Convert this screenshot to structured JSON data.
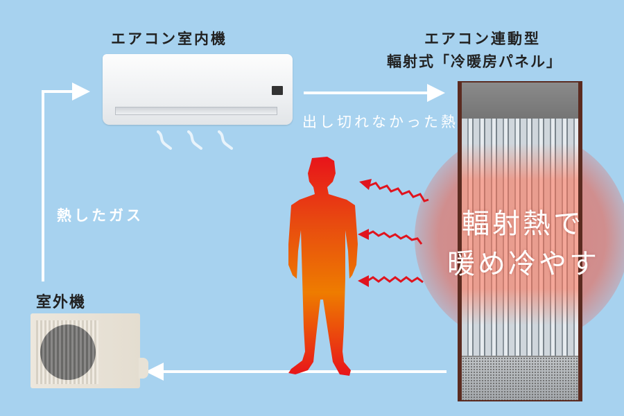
{
  "diagram": {
    "labels": {
      "indoor_unit": "エアコン室内機",
      "panel_title_line1": "エアコン連動型",
      "panel_title_line2": "輻射式「冷暖房パネル」",
      "outdoor_unit": "室外機",
      "hot_gas": "熱したガス",
      "leftover_heat": "出し切れなかった熱",
      "radiant_line1": "輻射熱で",
      "radiant_line2": "暖め冷やす"
    },
    "colors": {
      "background": "#a7d2ef",
      "arrow": "#ffffff",
      "radiant_arrows": "#e0141e",
      "person_gradient_top": "#e8141a",
      "person_gradient_mid": "#ee7a00",
      "glow": "#e0736a"
    },
    "flow": [
      {
        "from": "outdoor_unit",
        "to": "indoor_unit",
        "label": "熱したガス"
      },
      {
        "from": "indoor_unit",
        "to": "panel",
        "label": "出し切れなかった熱"
      },
      {
        "from": "panel",
        "to": "outdoor_unit",
        "label": ""
      },
      {
        "from": "panel",
        "to": "person",
        "label": "輻射熱で暖め冷やす"
      }
    ]
  }
}
